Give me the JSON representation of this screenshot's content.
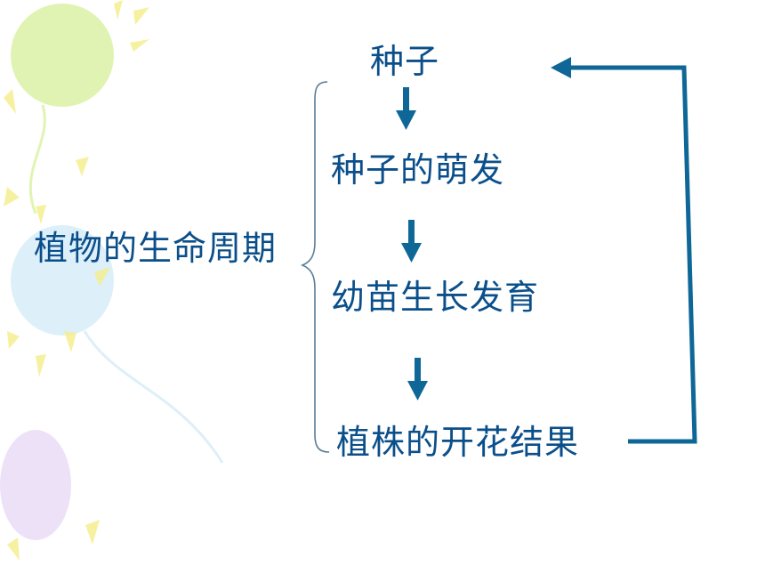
{
  "colors": {
    "text": "#0b4f8a",
    "arrow": "#0e6797",
    "brace": "#5a7d96",
    "balloon_green": "#c8eb74",
    "balloon_blue": "#b6dcf3",
    "balloon_purple": "#dcc3f2",
    "ray_yellow": "#f5ee8a"
  },
  "diagram": {
    "root": "植物的生命周期",
    "stages": [
      "种子",
      "种子的萌发",
      "幼苗生长发育",
      "植株的开花结果"
    ]
  }
}
